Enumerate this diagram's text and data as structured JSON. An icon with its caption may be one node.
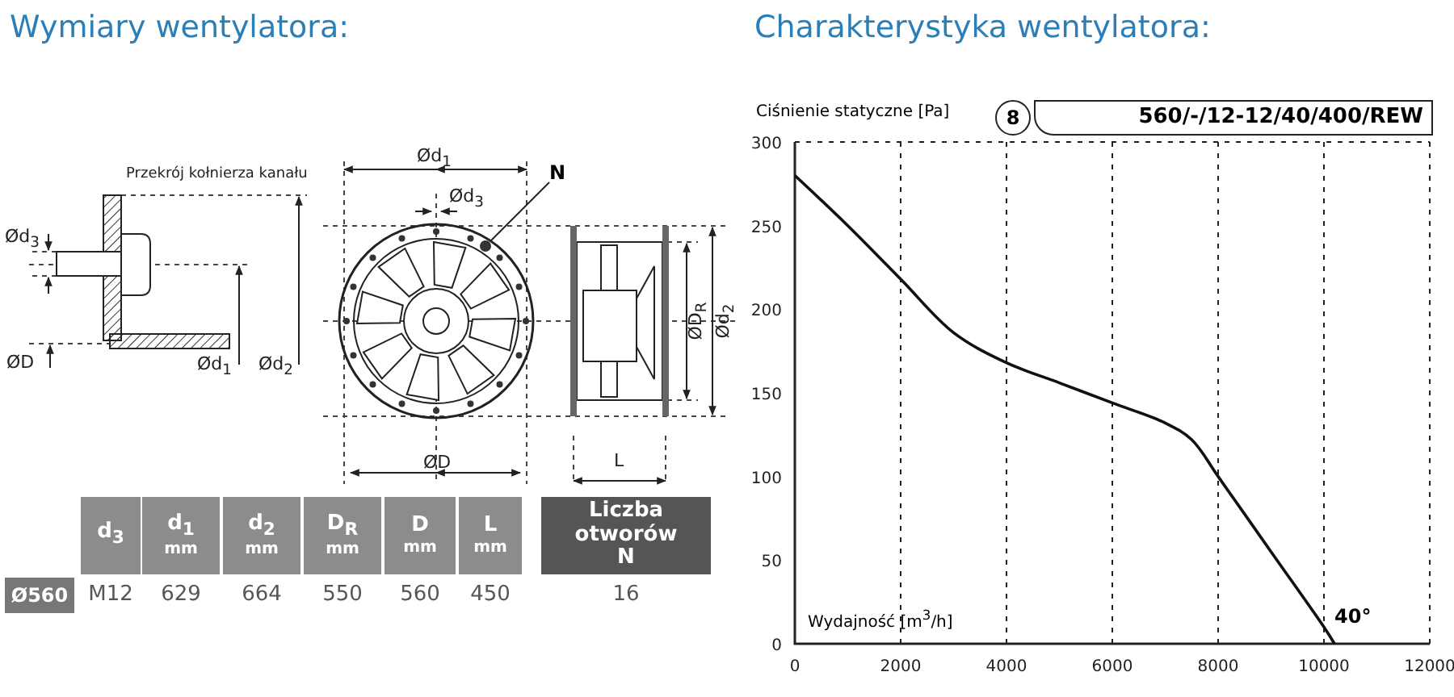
{
  "diagram": {
    "title": "Wymiary wentylatora:",
    "nodes": [
      {
        "text": [
          "N"
        ]
      },
      {
        "text": [],
        "shape": "circle"
      }
    ],
    "edges": [
      {
        "from": 0,
        "to": 1,
        "arrow": "none"
      }
    ],
    "labels": [
      "Przekrój kołnierza kanału",
      "Ød$_{3}$",
      "ØD",
      "Ød$_{1}$",
      "Ød$_{2}$",
      "Ød$_{1}$",
      "Ød$_{3}$",
      "ØD$_{R}$",
      "Ød$_{2}$",
      "ØD",
      "L",
      "d$_{3}$",
      "d$_{1}$ mm",
      "d$_{2}$ mm",
      "D$_{R}$ mm",
      "D mm",
      "L mm",
      "Liczba otworów N",
      "Ø560",
      "M12",
      "629",
      "664",
      "550",
      "560",
      "450",
      "16"
    ],
    "chart_data": {
      "type": "line",
      "title": "Charakterystyka wentylatora:",
      "xlabel": "Wydajność [m$^{3}$/h]",
      "ylabel": "Ciśnienie statyczne [Pa]",
      "x": [
        0,
        1000,
        2000,
        3000,
        4000,
        5000,
        6000,
        7000,
        7500,
        8000,
        9000,
        10000,
        10200
      ],
      "series": [
        {
          "color": "#111111",
          "values": [
            280,
            250,
            218,
            186,
            168,
            156,
            144,
            132,
            122,
            100,
            55,
            10,
            0
          ]
        }
      ],
      "grid": true,
      "xlim": [
        0,
        12000
      ],
      "ylim": [
        0,
        300
      ],
      "xticks": [
        0,
        2000,
        4000,
        6000,
        8000,
        10000,
        12000
      ],
      "yticks": [
        0,
        50,
        100,
        150,
        200,
        250,
        300
      ],
      "annotations": [
        "8",
        "560/-/12-12/40/400/REW",
        "40°"
      ]
    }
  }
}
